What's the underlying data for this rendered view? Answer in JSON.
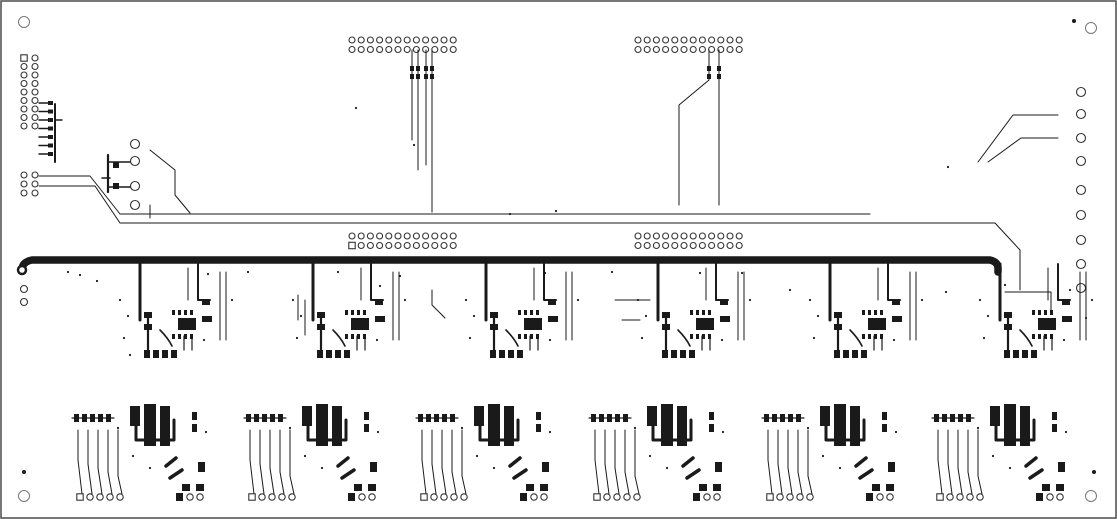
{
  "board": {
    "background": "#ffffff",
    "copper": "#1a1a1a",
    "outline": "#4a4a4a",
    "hole_outline": "#333333",
    "texts": []
  },
  "channels": {
    "count": 6
  },
  "headers": {
    "top_rows": 2,
    "pins_per_row": 12
  }
}
